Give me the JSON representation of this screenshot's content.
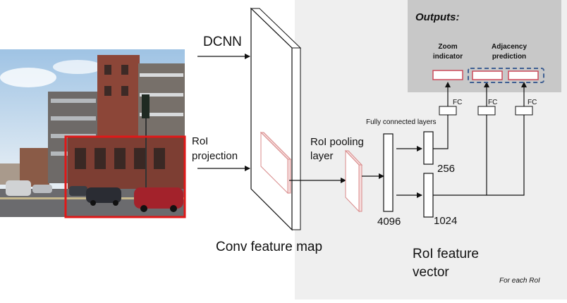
{
  "input": {
    "dcnn_label": "DCNN",
    "roi_projection_label": [
      "RoI",
      "projection"
    ]
  },
  "conv": {
    "label": "Conv feature map"
  },
  "pool": {
    "label": [
      "RoI pooling",
      "layer"
    ]
  },
  "fc": {
    "layers_label": "Fully connected layers",
    "size_4096": "4096",
    "size_256": "256",
    "size_1024": "1024",
    "head_label": "FC"
  },
  "feature": {
    "label": [
      "RoI feature",
      "vector"
    ]
  },
  "outputs": {
    "title": "Outputs:",
    "zoom_label": [
      "Zoom",
      "indicator"
    ],
    "adjacency_label": [
      "Adjacency",
      "prediction"
    ]
  },
  "footer": {
    "for_each": "For each RoI"
  },
  "colors": {
    "panel_bg": "#efefef",
    "outputs_bg": "#c8c8c8",
    "roi_red": "#e01818",
    "dashed_blue": "#3f5f92",
    "output_box_red": "#cc4a5a"
  }
}
